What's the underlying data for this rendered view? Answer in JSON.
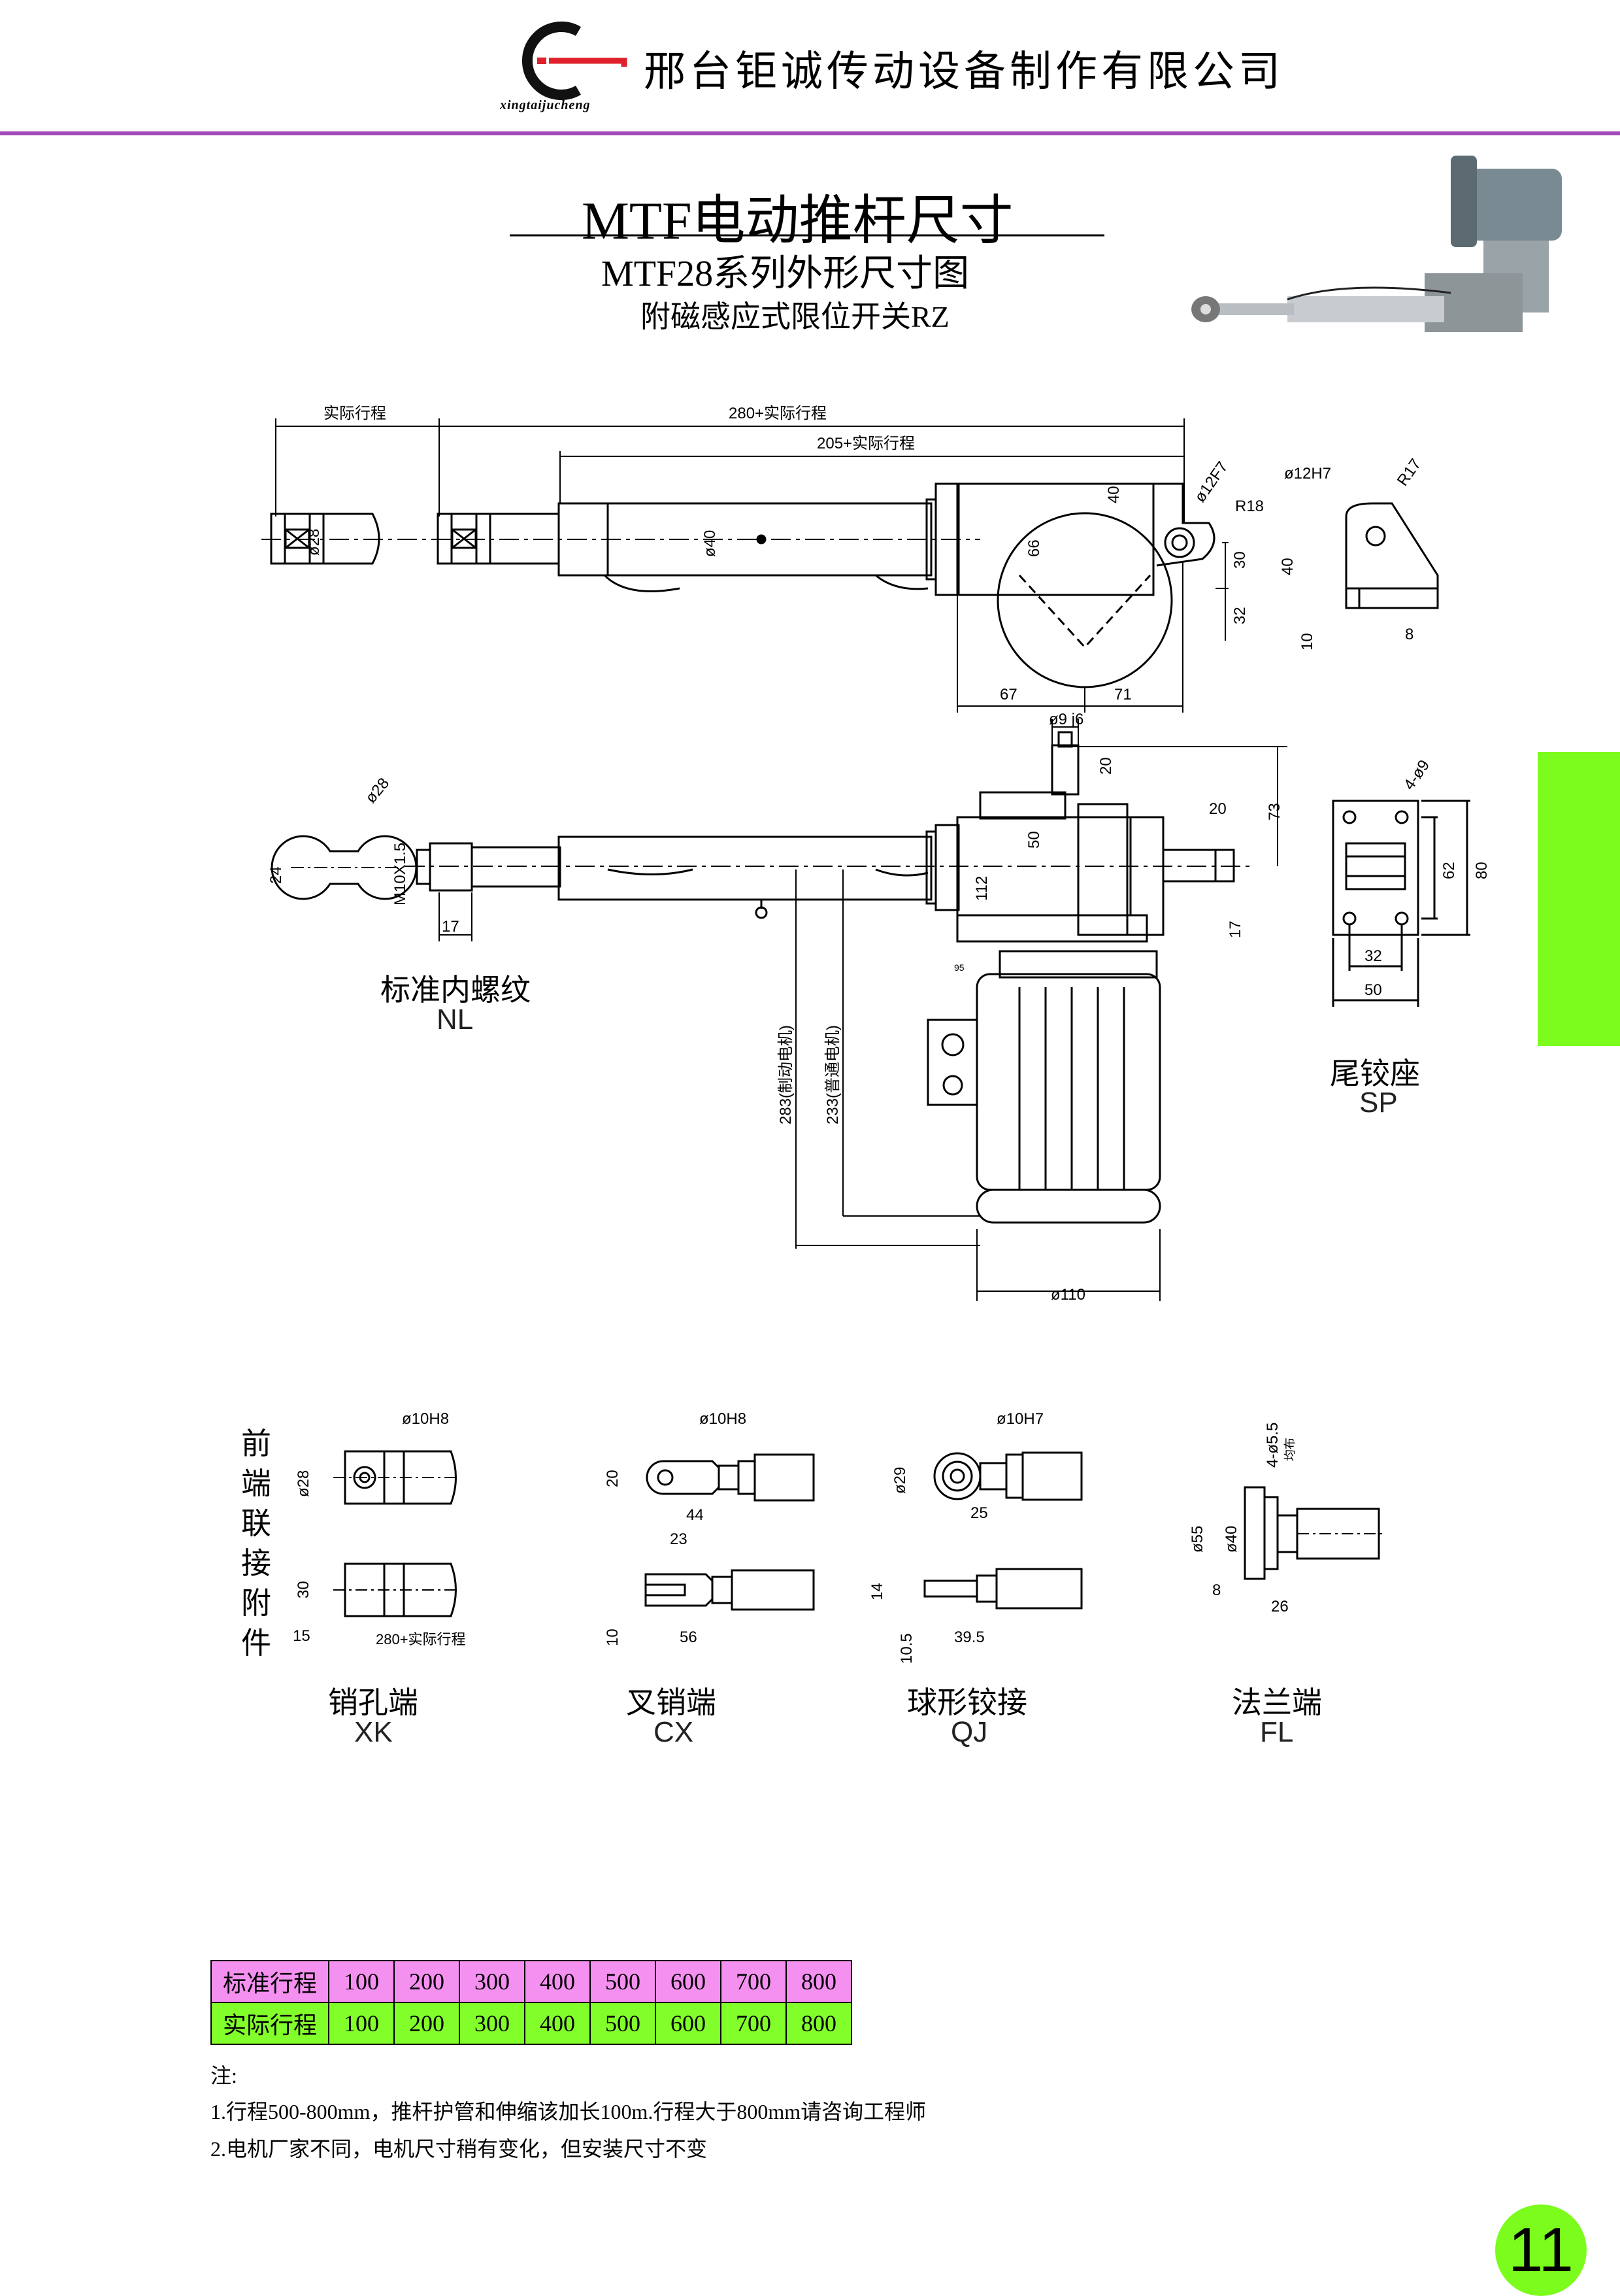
{
  "header": {
    "company_name": "邢台钜诚传动设备制作有限公司",
    "logo_text": "xingtaijucheng",
    "rule_color": "#a24ab8"
  },
  "title": {
    "main": "MTF电动推杆尺寸",
    "sub": "MTF28系列外形尺寸图",
    "sub2": "附磁感应式限位开关RZ"
  },
  "top_view": {
    "dims": [
      "实际行程",
      "280+实际行程",
      "205+实际行程",
      "ø28",
      "ø40",
      "66",
      "40",
      "ø12F7",
      "R18",
      "30",
      "32",
      "67",
      "71"
    ],
    "tail_dims": [
      "ø12H7",
      "R17",
      "40",
      "10",
      "8"
    ]
  },
  "side_view": {
    "dims": [
      "ø9 j6",
      "20",
      "20",
      "73",
      "50",
      "112",
      "17",
      "95",
      "283(制动电机)",
      "233(普通电机)",
      "ø110"
    ],
    "front_dims": [
      "ø28",
      "24",
      "M10X1.5",
      "17"
    ]
  },
  "nl": {
    "label_cn": "标准内螺纹",
    "label_en": "NL"
  },
  "sp": {
    "label_cn": "尾铰座",
    "label_en": "SP",
    "dims": [
      "4-ø9",
      "62",
      "80",
      "32",
      "50"
    ]
  },
  "attachments": {
    "vertical_label": [
      "前",
      "端",
      "联",
      "接",
      "附",
      "件"
    ],
    "xk": {
      "label_cn": "销孔端",
      "label_en": "XK",
      "dims": [
        "ø10H8",
        "ø28",
        "30",
        "15",
        "280+实际行程"
      ]
    },
    "cx": {
      "label_cn": "叉销端",
      "label_en": "CX",
      "dims": [
        "ø10H8",
        "20",
        "44",
        "23",
        "10",
        "56"
      ]
    },
    "qj": {
      "label_cn": "球形铰接",
      "label_en": "QJ",
      "dims": [
        "ø10H7",
        "ø29",
        "25",
        "14",
        "10.5",
        "39.5"
      ]
    },
    "fl": {
      "label_cn": "法兰端",
      "label_en": "FL",
      "dims": [
        "4-ø5.5",
        "均布",
        "ø55",
        "ø40",
        "8",
        "26"
      ]
    }
  },
  "stroke_table": {
    "row1_label": "标准行程",
    "row2_label": "实际行程",
    "row1": [
      "100",
      "200",
      "300",
      "400",
      "500",
      "600",
      "700",
      "800"
    ],
    "row2": [
      "100",
      "200",
      "300",
      "400",
      "500",
      "600",
      "700",
      "800"
    ],
    "row1_color": "#f490f0",
    "row2_color": "#82ff2a"
  },
  "notes": {
    "title": "注:",
    "n1": "1.行程500-800mm，推杆护管和伸缩该加长100m.行程大于800mm请咨询工程师",
    "n2": "2.电机厂家不同，电机尺寸稍有变化，但安装尺寸不变"
  },
  "page_number": "11",
  "accent_green": "#7cfc1c"
}
